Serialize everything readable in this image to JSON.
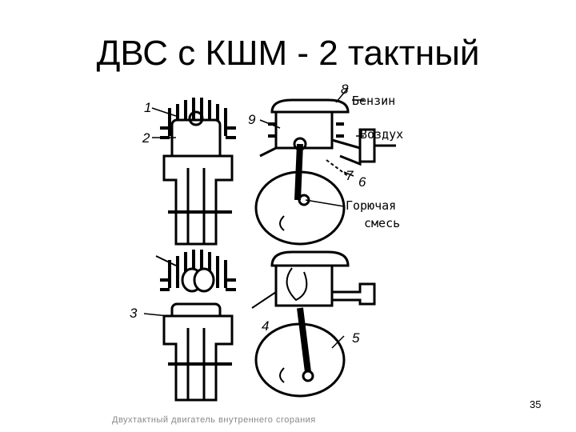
{
  "slide": {
    "title": "ДВС с КШМ - 2 тактный",
    "page_number": "35",
    "footer": "Двухтактный двигатель внутреннего сгорания"
  },
  "diagram": {
    "labels": {
      "petrol": "Бензин",
      "air": "Воздух",
      "fuel_mix_1": "Горючая",
      "fuel_mix_2": "смесь"
    },
    "numbers": [
      "1",
      "2",
      "3",
      "4",
      "5",
      "6",
      "7",
      "8",
      "9"
    ]
  }
}
